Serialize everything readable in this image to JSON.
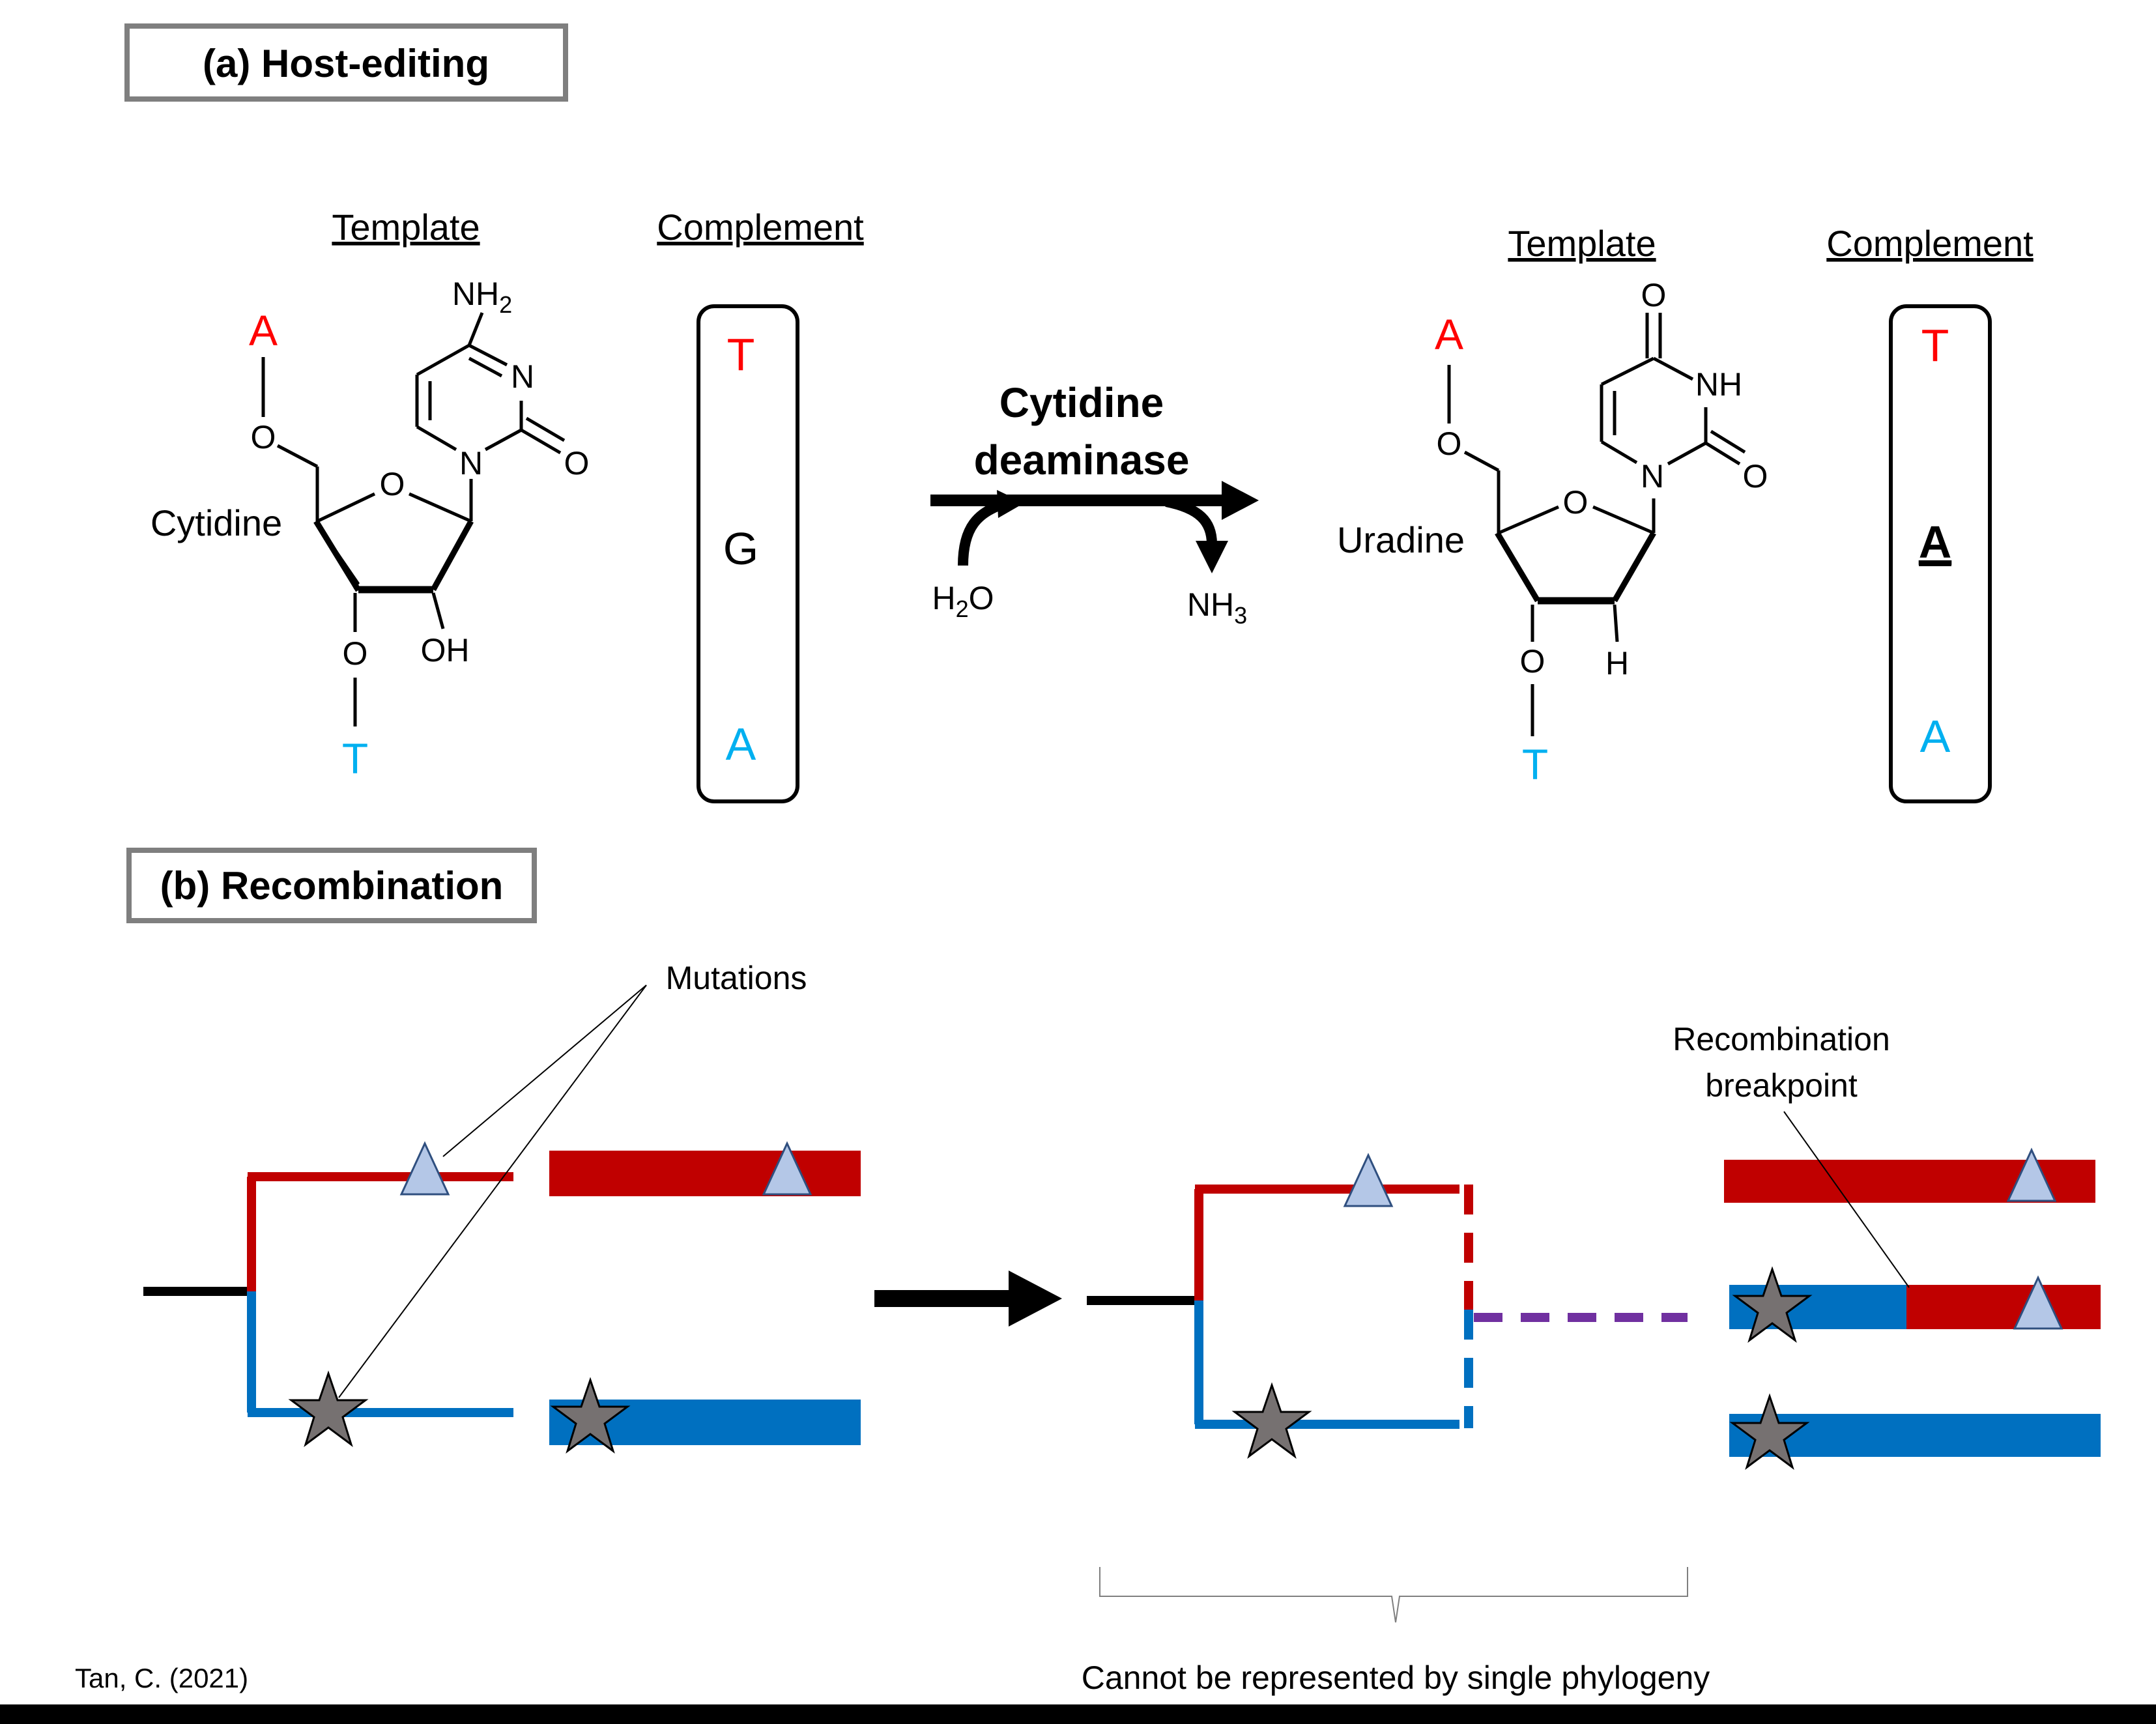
{
  "panel_a": {
    "title": "(a) Host-editing",
    "left": {
      "template_header": "Template",
      "complement_header": "Complement",
      "top_base": "A",
      "bottom_base": "T",
      "nucleoside_name": "Cytidine",
      "atoms": {
        "nh2": "NH",
        "nh2_sub": "2",
        "n3": "N",
        "n1": "N",
        "o2": "O",
        "o_ring": "O",
        "o5": "O",
        "o3": "O",
        "oh": "OH"
      },
      "complement_bases": [
        "T",
        "G",
        "A"
      ]
    },
    "reaction": {
      "enzyme_line1": "Cytidine",
      "enzyme_line2": "deaminase",
      "reactant": "H",
      "reactant_sub": "2",
      "reactant_tail": "O",
      "product": "NH",
      "product_sub": "3"
    },
    "right": {
      "template_header": "Template",
      "complement_header": "Complement",
      "top_base": "A",
      "bottom_base": "T",
      "nucleoside_name": "Uradine",
      "atoms": {
        "o4": "O",
        "nh": "NH",
        "n1": "N",
        "o2": "O",
        "o_ring": "O",
        "o5": "O",
        "o3": "O",
        "h": "H"
      },
      "complement_bases": [
        "T",
        "A",
        "A"
      ]
    },
    "colors": {
      "red_base": "#ff0000",
      "blue_base": "#00b0f0"
    }
  },
  "panel_b": {
    "title": "(b) Recombination",
    "mutations_label": "Mutations",
    "breakpoint_label_line1": "Recombination",
    "breakpoint_label_line2": "breakpoint",
    "brace_caption": "Cannot be represented by single phylogeny",
    "colors": {
      "red": "#c00000",
      "blue": "#0070c0",
      "purple": "#7030a0",
      "triangle": "#b4c7e7",
      "star": "#767171"
    }
  },
  "citation": "Tan, C. (2021)"
}
